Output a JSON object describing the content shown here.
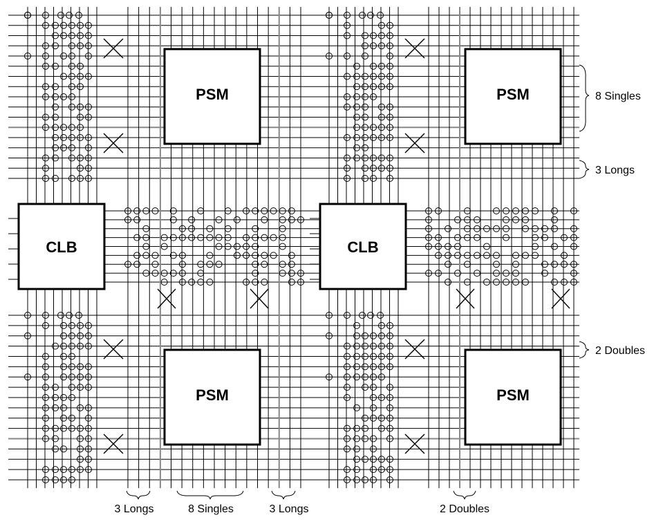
{
  "blocks": {
    "psm_top_left": "PSM",
    "psm_top_right": "PSM",
    "psm_bottom_left": "PSM",
    "psm_bottom_right": "PSM",
    "clb_left": "CLB",
    "clb_right": "CLB"
  },
  "annotations": {
    "right_singles": "8 Singles",
    "right_longs": "3 Longs",
    "right_doubles": "2 Doubles",
    "bottom_longs_left": "3 Longs",
    "bottom_singles": "8 Singles",
    "bottom_longs_right": "3 Longs",
    "bottom_doubles": "2 Doubles"
  },
  "colors": {
    "wire": "#000000",
    "long_line": "#888888",
    "block_fill": "#ffffff"
  }
}
